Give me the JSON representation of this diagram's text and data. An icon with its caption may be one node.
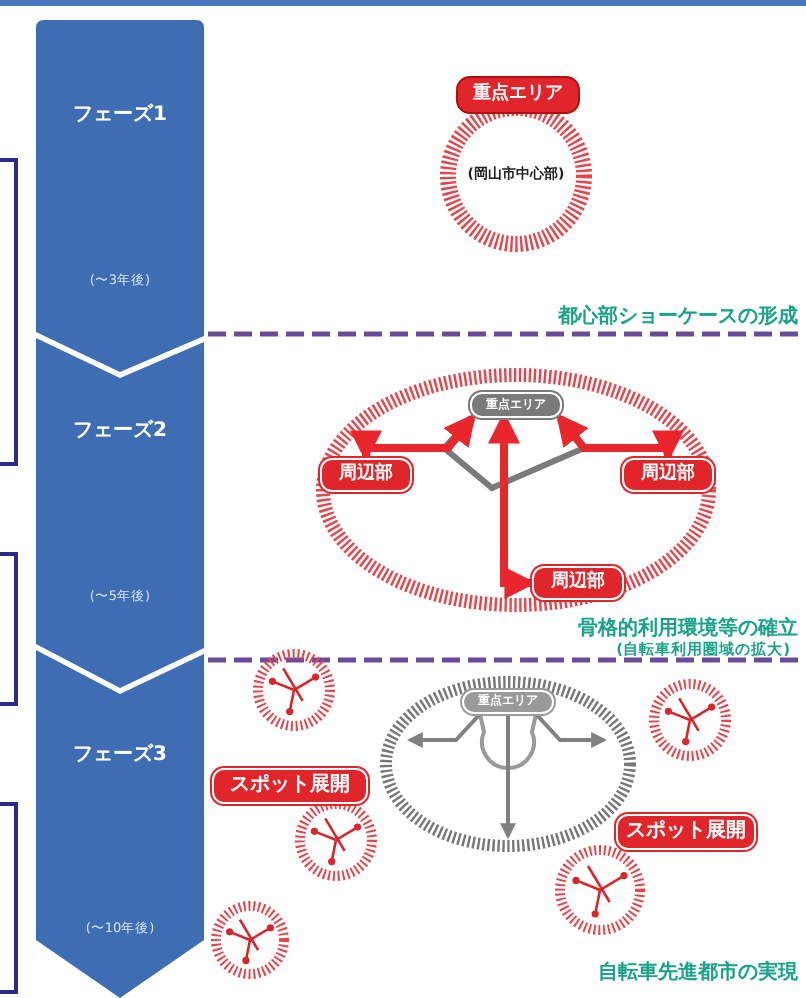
{
  "diagram": {
    "nodes": [
      {
        "text": [
          "フェーズ1",
          "(〜3年後)"
        ]
      },
      {
        "text": [
          "フェーズ2",
          "(〜5年後)"
        ]
      },
      {
        "text": [
          "フェーズ3",
          "(〜10年後)"
        ]
      },
      {
        "text": [
          "重点エリア",
          "(岡山市中心部)"
        ]
      },
      {
        "text": [],
        "shape": "ellipse"
      },
      {
        "text": [
          "重点エリア"
        ],
        "in": 4
      },
      {
        "text": [
          "周辺部"
        ],
        "in": 4
      },
      {
        "text": [
          "周辺部"
        ],
        "in": 4
      },
      {
        "text": [
          "周辺部"
        ],
        "in": 4
      },
      {
        "text": [],
        "shape": "ellipse"
      },
      {
        "text": [
          "重点エリア"
        ],
        "in": 9
      },
      {
        "text": [
          "スポット展開"
        ]
      },
      {
        "text": [
          "スポット展開"
        ]
      }
    ],
    "edges": [
      {
        "from": 5,
        "to": 6,
        "arrow": "both",
        "style": "thick",
        "color": "#e8262b"
      },
      {
        "from": 5,
        "to": 7,
        "arrow": "both",
        "style": "thick",
        "color": "#e8262b"
      },
      {
        "from": 5,
        "to": 8,
        "arrow": "both",
        "style": "thick",
        "color": "#e8262b"
      },
      {
        "from": 10,
        "to": null,
        "arrow": "to",
        "color": "#808080"
      },
      {
        "from": 10,
        "to": null,
        "arrow": "to",
        "color": "#808080"
      },
      {
        "from": 10,
        "to": null,
        "arrow": "to",
        "color": "#808080"
      }
    ],
    "labels": [
      "都心部ショーケースの形成",
      "骨格的利用環境等の確立",
      "(自転車利用圏域の拡大)",
      "自転車先進都市の実現"
    ]
  }
}
